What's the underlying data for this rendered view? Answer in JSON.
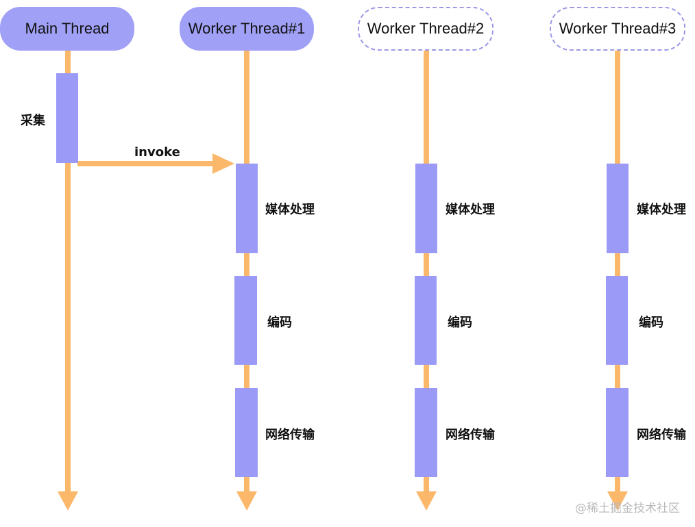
{
  "threads": [
    {
      "label": "Main Thread",
      "active": true
    },
    {
      "label": "Worker Thread#1",
      "active": true
    },
    {
      "label": "Worker Thread#2",
      "active": false
    },
    {
      "label": "Worker Thread#3",
      "active": false
    }
  ],
  "main_task": "采集",
  "call_label": "invoke",
  "worker_tasks": [
    "媒体处理",
    "编码",
    "网络传输"
  ],
  "watermark": "@稀土掘金技术社区",
  "colors": {
    "lifeline": "#fbb86a",
    "block": "#9b9bf7",
    "header_fill": "#a0a0f6",
    "header_dash": "#9b98e6"
  }
}
